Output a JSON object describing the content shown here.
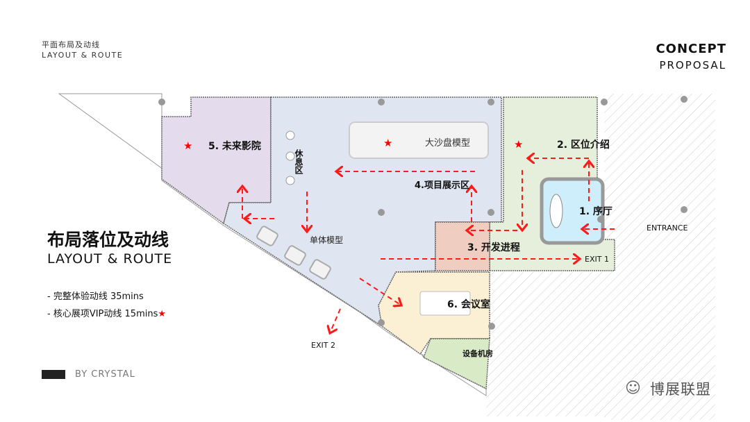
{
  "header": {
    "subtitle_cn": "平面布局及动线",
    "subtitle_en": "LAYOUT & ROUTE",
    "concept": "CONCEPT",
    "proposal": "PROPOSAL"
  },
  "sidebar": {
    "title_cn": "布局落位及动线",
    "title_en": "LAYOUT & ROUTE",
    "routes": [
      {
        "label": "-  完整体验动线  35mins"
      },
      {
        "label": "-  核心展项VIP动线  15mins"
      }
    ],
    "author": "BY CRYSTAL"
  },
  "plan": {
    "zones": {
      "lobby": "1. 序厅",
      "location": "2. 区位介绍",
      "progress": "3. 开发进程",
      "exhibit": "4.项目展示区",
      "cinema": "5. 未来影院",
      "meeting": "6. 会议室",
      "sandtable": "大沙盘模型",
      "rest": "休息区",
      "unit_model": "单体模型",
      "equipment": "设备机房"
    },
    "labels": {
      "entrance": "ENTRANCE",
      "exit1": "EXIT 1",
      "exit2": "EXIT 2"
    },
    "colors": {
      "route": "#ff1a1a",
      "cinema": "#e4dcec",
      "exhibit": "#dfe6f2",
      "location": "#e6efdb",
      "progress": "#efcdc0",
      "lobby": "#cfeefc",
      "meeting": "#fbf0d3",
      "equipment": "#d9ebc6"
    }
  },
  "watermark": {
    "icon": "wechat-icon",
    "text": "博展联盟"
  }
}
